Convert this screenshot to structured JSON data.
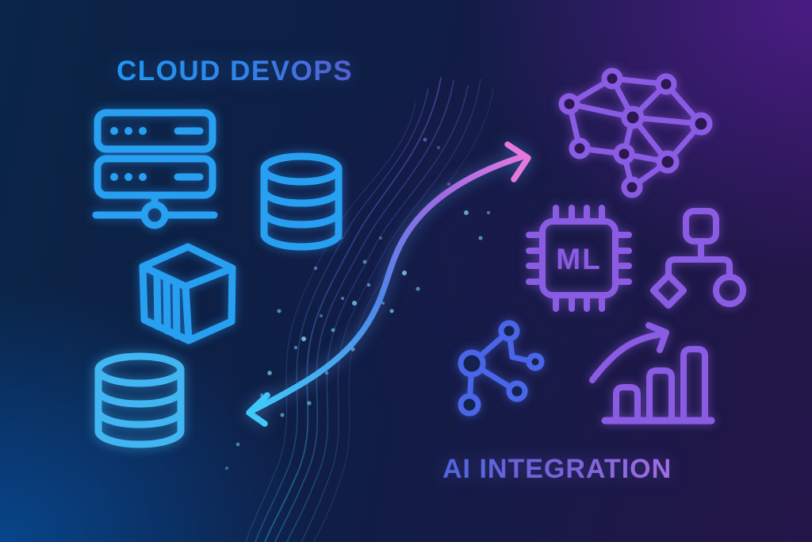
{
  "illustration": {
    "left": {
      "title": "CLOUD DEVOPS",
      "icon_names": [
        "server-rack-icon",
        "database-cylinder-icon",
        "container-cube-icon",
        "storage-stack-icon"
      ]
    },
    "right": {
      "title": "AI INTEGRATION",
      "chip_label": "ML",
      "icon_names": [
        "neural-network-icon",
        "ml-chip-icon",
        "flowchart-icon",
        "graph-nodes-icon",
        "growth-chart-icon"
      ]
    },
    "flow": {
      "description": "bidirectional S-curve arrow with data stream lines and particles",
      "cloud_end_color": "#3fc8f8",
      "ai_end_color": "#e478de"
    },
    "colors": {
      "cloud_blue": "#28a0f2",
      "cloud_cyan": "#41b6f2",
      "ai_purple": "#8a5ce4",
      "node_indigo": "#4a66e8",
      "particle_cyan": "#7fd9ff",
      "bg_navy": "#0a2547",
      "bg_blue": "#07466f",
      "bg_purple": "#3d1c66",
      "bg_dark_purple": "#241549"
    }
  }
}
